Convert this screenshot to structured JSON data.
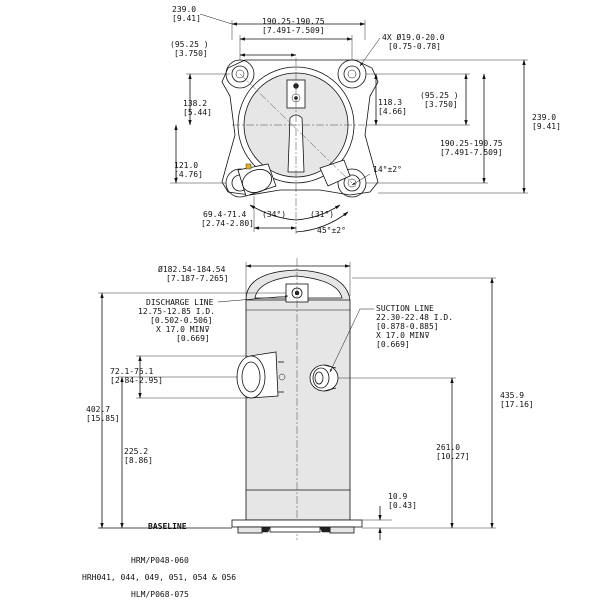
{
  "top_view": {
    "overall_width": "239.0",
    "overall_width_in": "[9.41]",
    "mount_spacing": "190.25-190.75",
    "mount_spacing_in": "[7.491-7.509]",
    "half_spacing_left": "(95.25  )",
    "half_spacing_left_in": "[3.750]",
    "dim_138": "138.2",
    "dim_138_in": "[5.44]",
    "dim_121": "121.0",
    "dim_121_in": "[4.76]",
    "dim_69": "69.4-71.4",
    "dim_69_in": "[2.74-2.80]",
    "angle_34": "(34°)",
    "angle_31": "(31°)",
    "angle_45": "45°±2°",
    "hole_callout": "4X Ø19.0-20.0",
    "hole_callout_in": "[0.75-0.78]",
    "dim_118": "118.3",
    "dim_118_in": "[4.66]",
    "half_spacing_right": "(95.25  )",
    "half_spacing_right_in": "[3.750]",
    "overall_height": "239.0",
    "overall_height_in": "[9.41]",
    "mount_spacing_v": "190.25-190.75",
    "mount_spacing_v_in": "[7.491-7.509]",
    "angle_14": "14°±2°"
  },
  "side_view": {
    "shell_dia": "Ø182.54-184.54",
    "shell_dia_in": "[7.187-7.265]",
    "discharge_title": "DISCHARGE LINE",
    "discharge_id": "12.75-12.85 I.D.",
    "discharge_id_in": "[0.502-0.506]",
    "discharge_depth": "X 17.0 MIN⊽",
    "discharge_depth_in": "[0.669]",
    "suction_title": "SUCTION LINE",
    "suction_id": "22.30-22.48 I.D.",
    "suction_id_in": "[0.878-0.885]",
    "suction_depth": "X 17.0 MIN⊽",
    "suction_depth_in": "[0.669]",
    "dim_72": "72.1-75.1",
    "dim_72_in": "[2.84-2.95]",
    "dim_402": "402.7",
    "dim_402_in": "[15.85]",
    "dim_225": "225.2",
    "dim_225_in": "[8.86]",
    "dim_435": "435.9",
    "dim_435_in": "[17.16]",
    "dim_261": "261.0",
    "dim_261_in": "[10.27]",
    "dim_10": "10.9",
    "dim_10_in": "[0.43]",
    "baseline": "BASELINE"
  },
  "models": {
    "line1": "HRM/P048-060",
    "line2": "HRH041, 044, 049, 051, 054 & 056",
    "line3": "HLM/P068-075"
  }
}
